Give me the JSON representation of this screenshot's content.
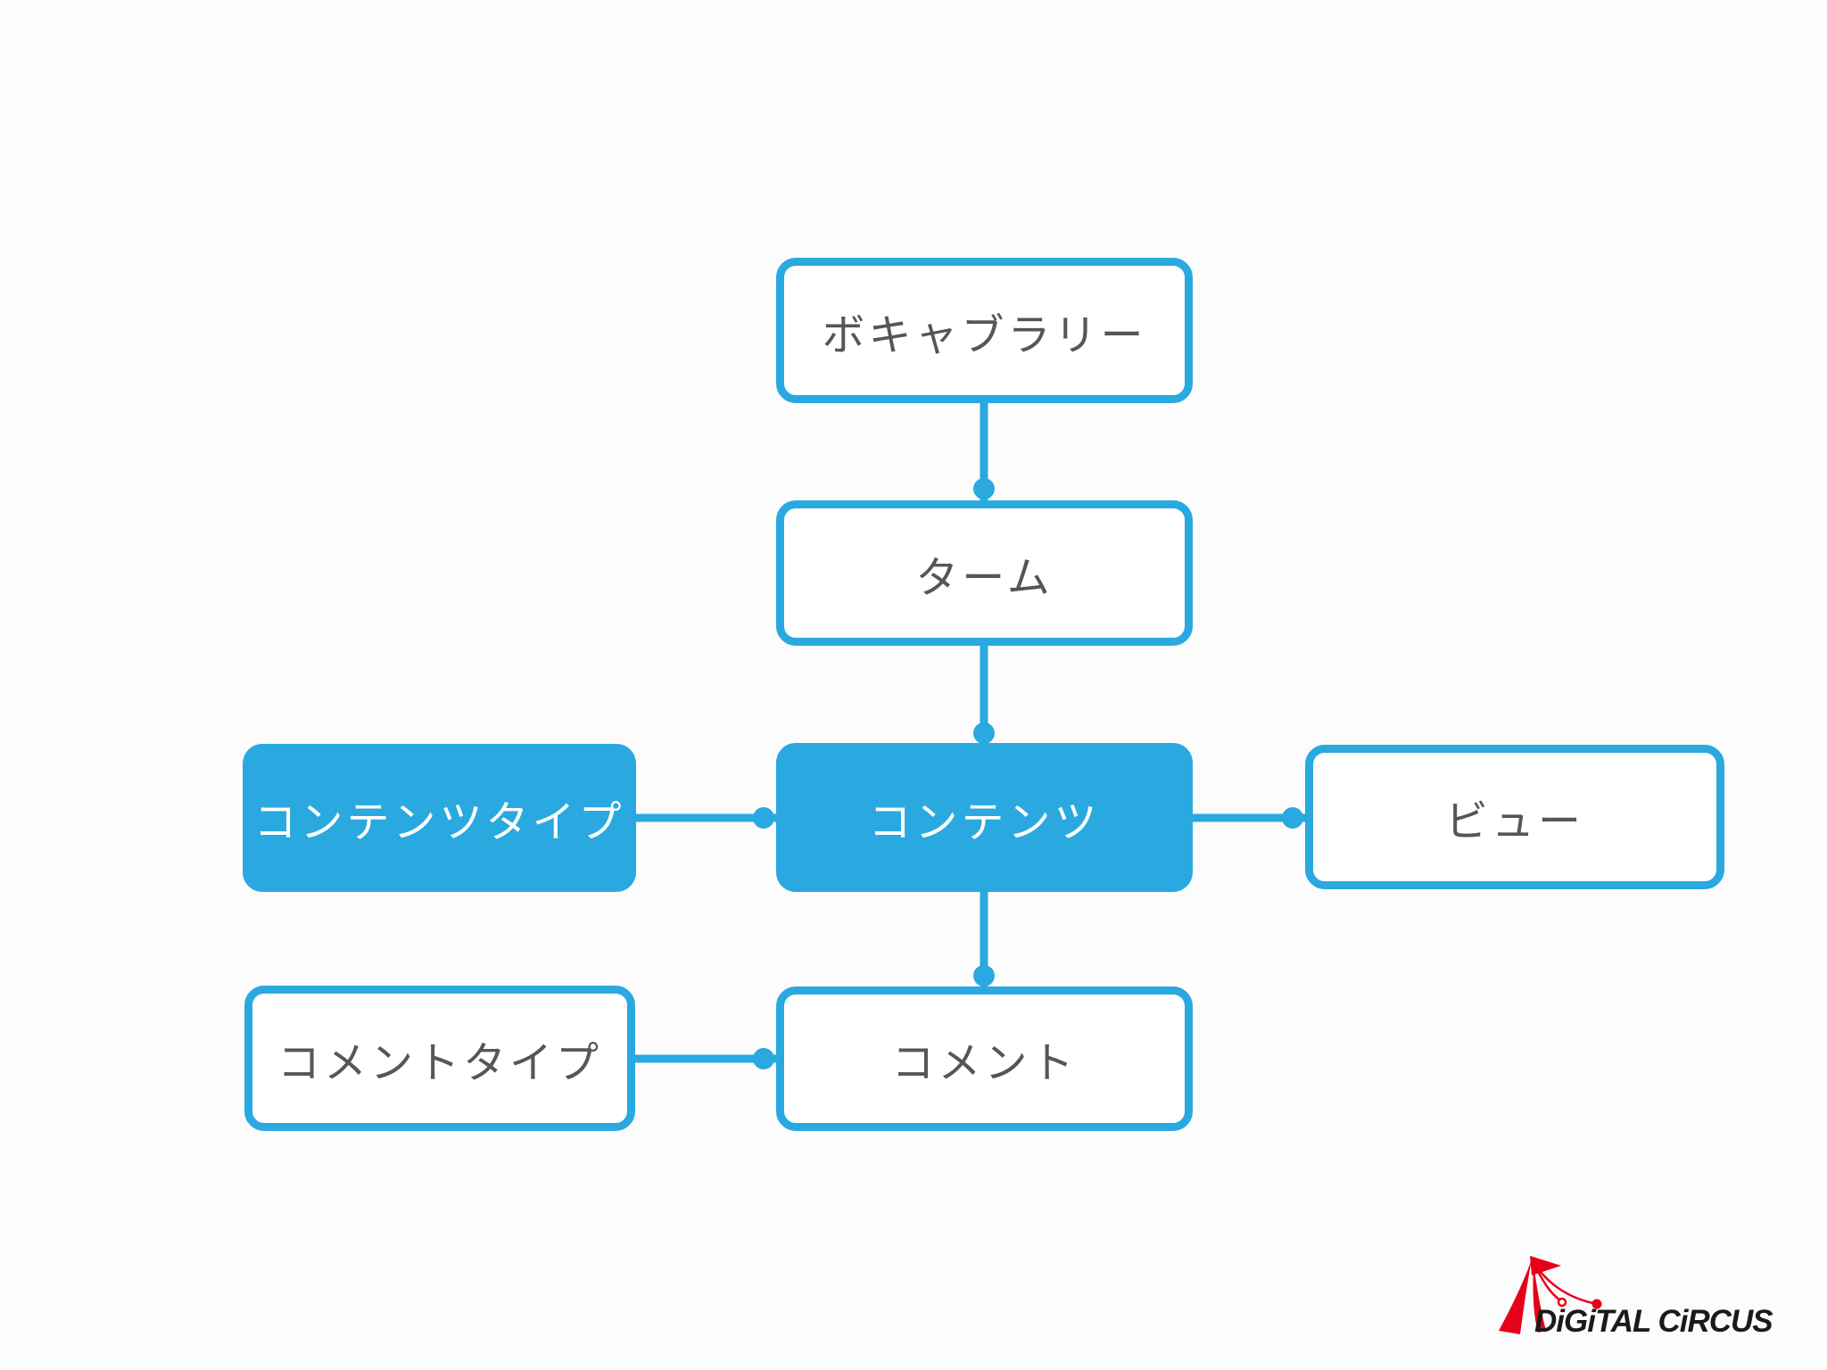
{
  "diagram": {
    "nodes": [
      {
        "id": "vocabulary",
        "label": "ボキャブラリー",
        "style": "outline"
      },
      {
        "id": "term",
        "label": "ターム",
        "style": "outline"
      },
      {
        "id": "content_type",
        "label": "コンテンツタイプ",
        "style": "filled"
      },
      {
        "id": "content",
        "label": "コンテンツ",
        "style": "filled"
      },
      {
        "id": "view",
        "label": "ビュー",
        "style": "outline"
      },
      {
        "id": "comment_type",
        "label": "コメントタイプ",
        "style": "outline"
      },
      {
        "id": "comment",
        "label": "コメント",
        "style": "outline"
      }
    ],
    "edges": [
      {
        "from": "vocabulary",
        "to": "term"
      },
      {
        "from": "term",
        "to": "content"
      },
      {
        "from": "content_type",
        "to": "content"
      },
      {
        "from": "content",
        "to": "view"
      },
      {
        "from": "content",
        "to": "comment"
      },
      {
        "from": "comment_type",
        "to": "comment"
      }
    ],
    "colors": {
      "accent_blue": "#29A9E0",
      "text_dark": "#55555A",
      "text_light": "#FFFFFF",
      "background": "#FCFCFC"
    }
  },
  "logo": {
    "text": "DiGiTAL CiRCUS",
    "icon": "circus-tent-icon",
    "text_color": "#1A1A1A",
    "accent_red": "#E60019"
  }
}
